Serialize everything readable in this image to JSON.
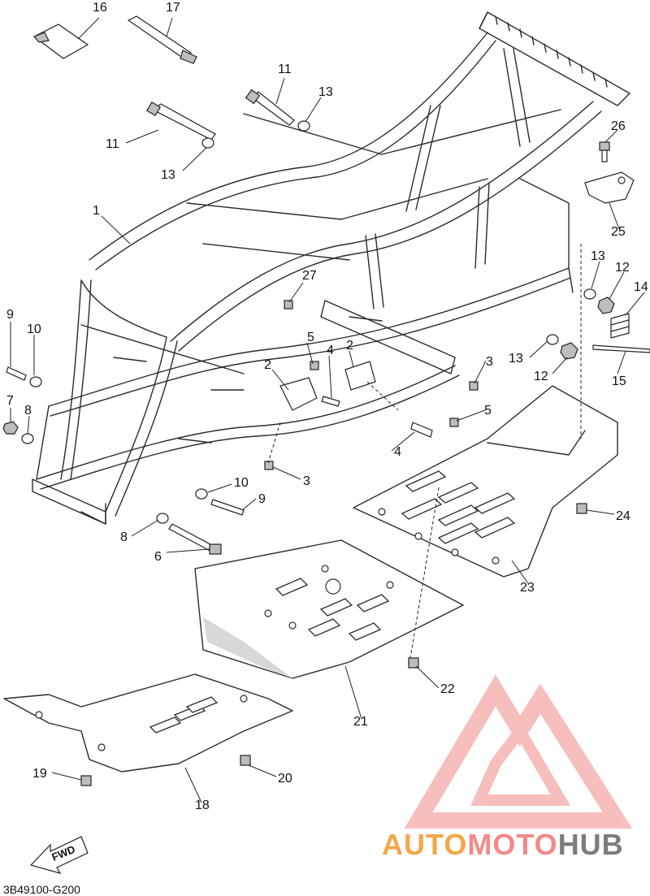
{
  "diagram": {
    "callouts": {
      "c1": "1",
      "c2a": "2",
      "c2b": "2",
      "c3a": "3",
      "c3b": "3",
      "c4a": "4",
      "c4b": "4",
      "c5a": "5",
      "c5b": "5",
      "c6": "6",
      "c7": "7",
      "c8a": "8",
      "c8b": "8",
      "c9a": "9",
      "c9b": "9",
      "c10a": "10",
      "c10b": "10",
      "c11a": "11",
      "c11b": "11",
      "c12a": "12",
      "c12b": "12",
      "c13a": "13",
      "c13b": "13",
      "c13c": "13",
      "c13d": "13",
      "c14": "14",
      "c15": "15",
      "c16": "16",
      "c17": "17",
      "c18": "18",
      "c19": "19",
      "c20": "20",
      "c21": "21",
      "c22": "22",
      "c23": "23",
      "c24": "24",
      "c25": "25",
      "c26": "26",
      "c27": "27"
    },
    "diagram_code": "3B49100-G200",
    "fwd_label": "FWD"
  },
  "watermark": {
    "part1": "AUTO",
    "part2": "MOTO",
    "part3": "HUB",
    "colors": {
      "auto": "#f3a74a",
      "moto": "#f28a8a",
      "hub": "#7c7c7c",
      "logo": "#f28a8a"
    }
  }
}
